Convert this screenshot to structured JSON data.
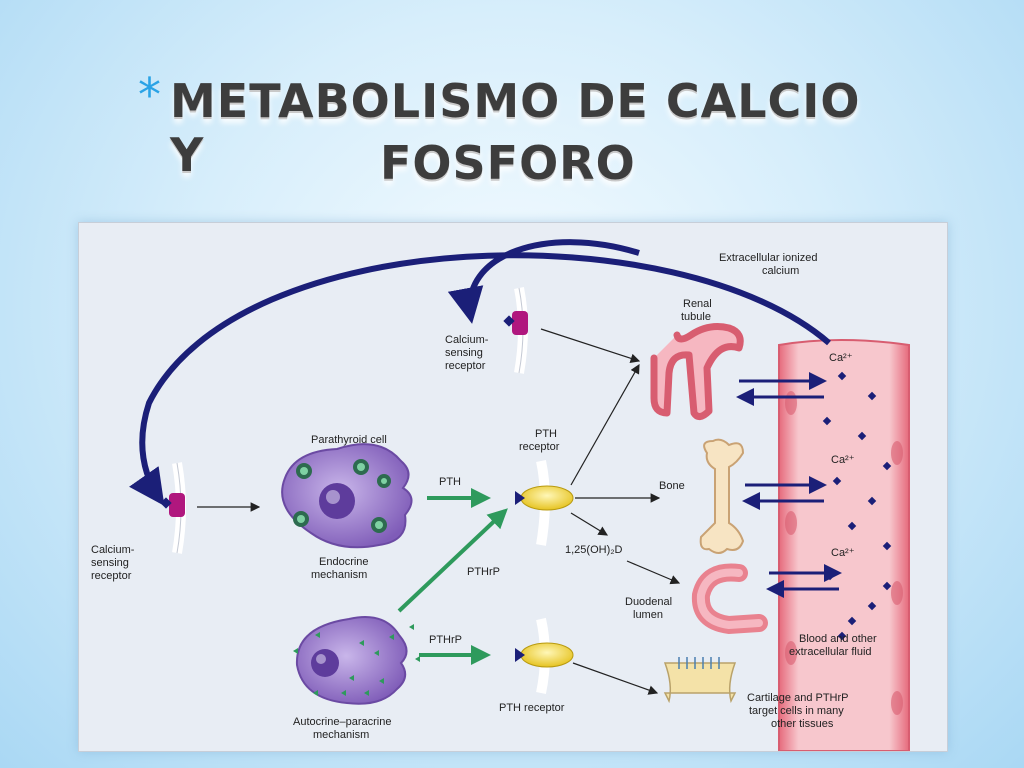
{
  "slide": {
    "bullet": "*",
    "title_line1": "METABOLISMO DE CALCIO Y",
    "title_line2": "FOSFORO"
  },
  "diagram": {
    "extracellular": [
      "Extracellular ionized",
      "calcium"
    ],
    "renal": [
      "Renal",
      "tubule"
    ],
    "casr_top": [
      "Calcium-",
      "sensing",
      "receptor"
    ],
    "casr_left": [
      "Calcium-",
      "sensing",
      "receptor"
    ],
    "parathyroid": "Parathyroid cell",
    "endocrine": [
      "Endocrine",
      "mechanism"
    ],
    "pth_arrow": "PTH",
    "pth_receptor_top": [
      "PTH",
      "receptor"
    ],
    "bone": "Bone",
    "vitd": "1,25(OH)₂D",
    "pthrp_diag": "PTHrP",
    "pthrp_arrow": "PTHrP",
    "duodenal": [
      "Duodenal",
      "lumen"
    ],
    "autocrine": [
      "Autocrine–paracrine",
      "mechanism"
    ],
    "pth_receptor_bottom": "PTH receptor",
    "cartilage": [
      "Cartilage and PTHrP",
      "target cells in many",
      "other tissues"
    ],
    "blood": [
      "Blood and other",
      "extracellular fluid"
    ],
    "ca_labels": [
      "Ca²⁺",
      "Ca²⁺",
      "Ca²⁺"
    ]
  },
  "colors": {
    "feedback_arrow": "#1b1f78",
    "green_arrow": "#2e9a5c",
    "cell_purple": "#8e6cc4",
    "vessel_pink": "#e9828f",
    "receptor_yellow": "#f3d633",
    "receptor_magenta": "#b0177e"
  }
}
